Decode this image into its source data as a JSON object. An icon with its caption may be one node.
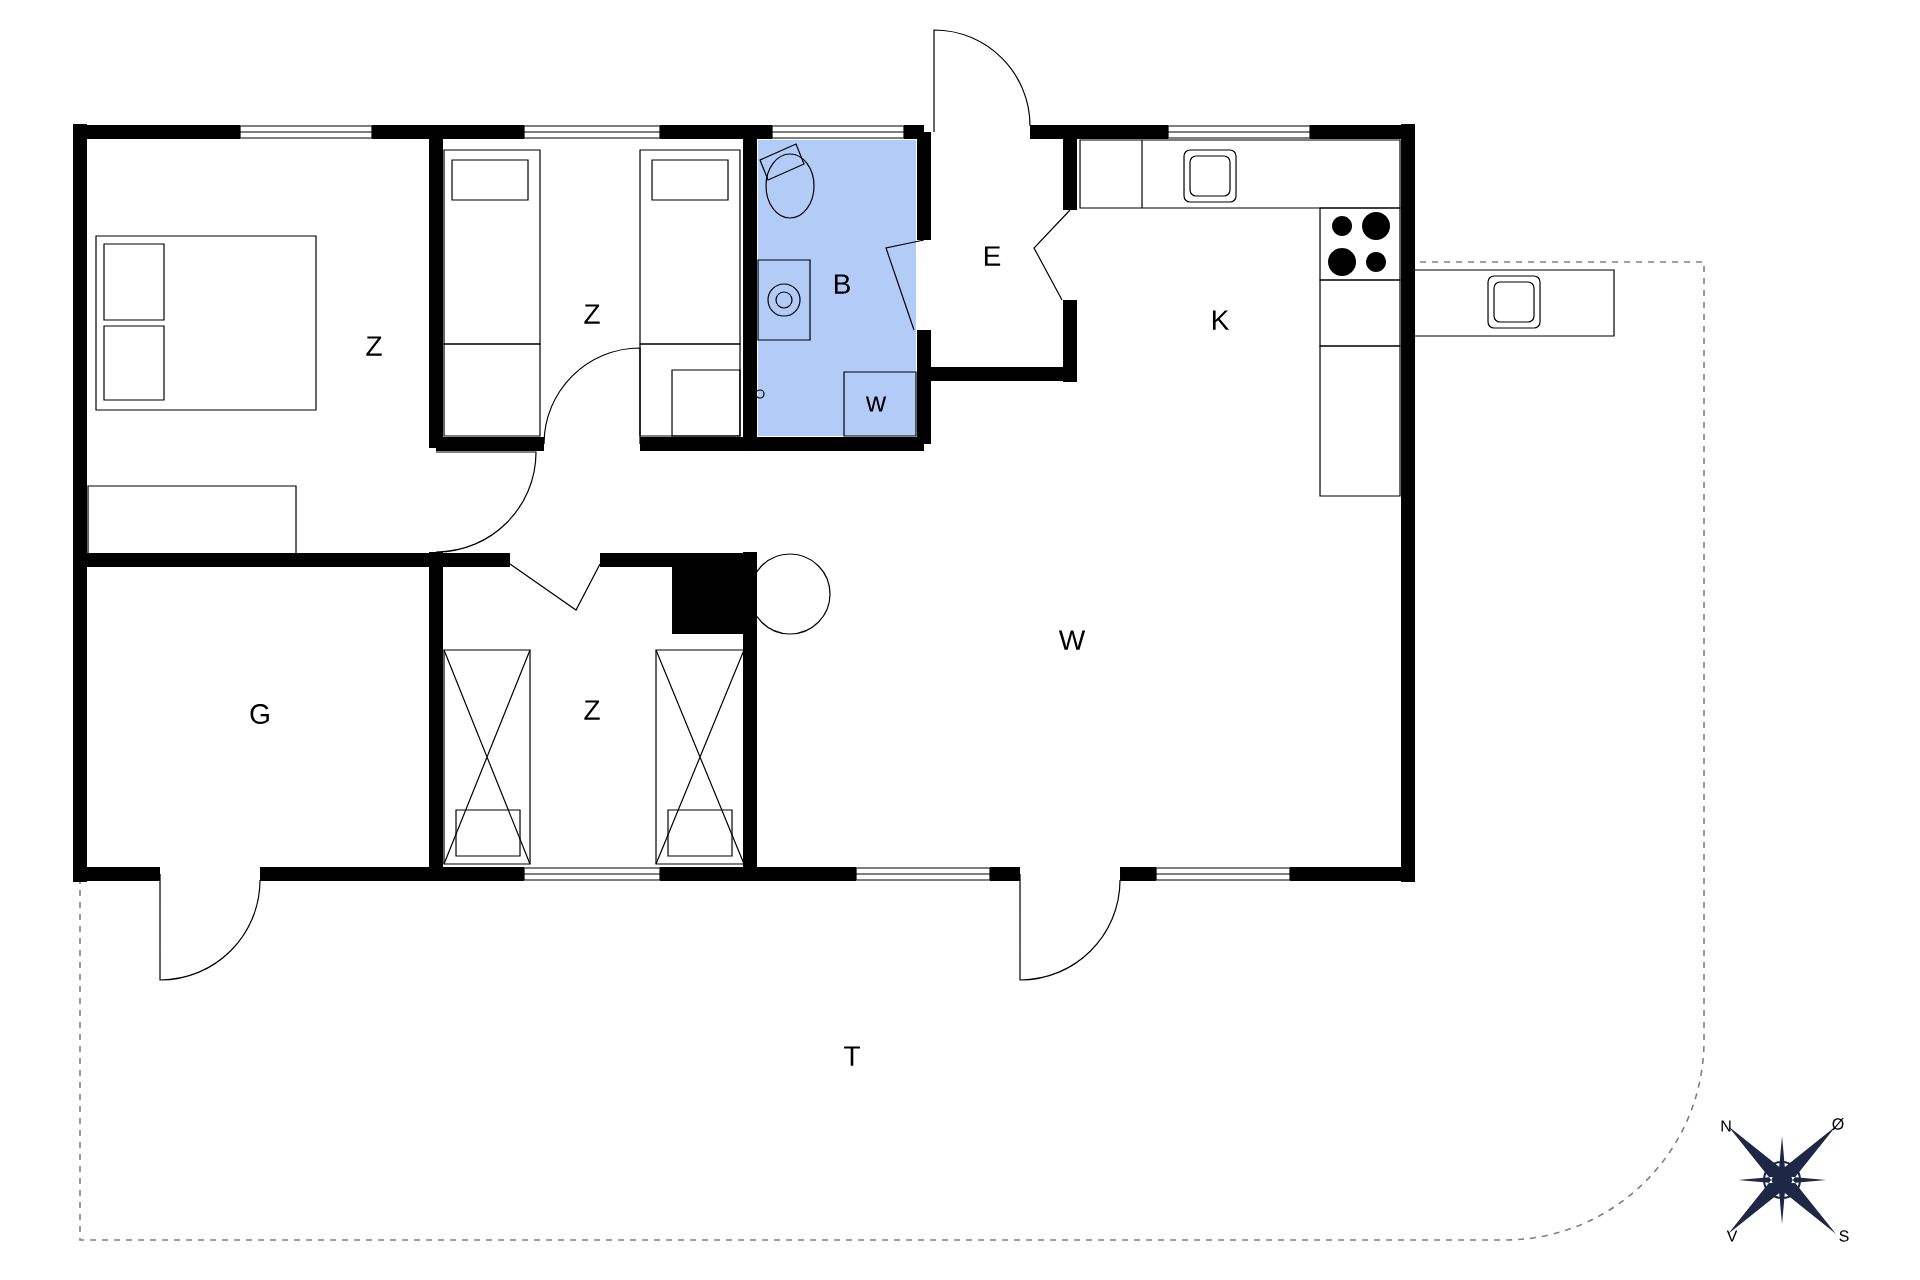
{
  "diagram": {
    "labels": [
      "Z",
      "Z",
      "B",
      "E",
      "K",
      "w",
      "W",
      "G",
      "Z",
      "T",
      "N",
      "Ø",
      "V",
      "S"
    ]
  }
}
